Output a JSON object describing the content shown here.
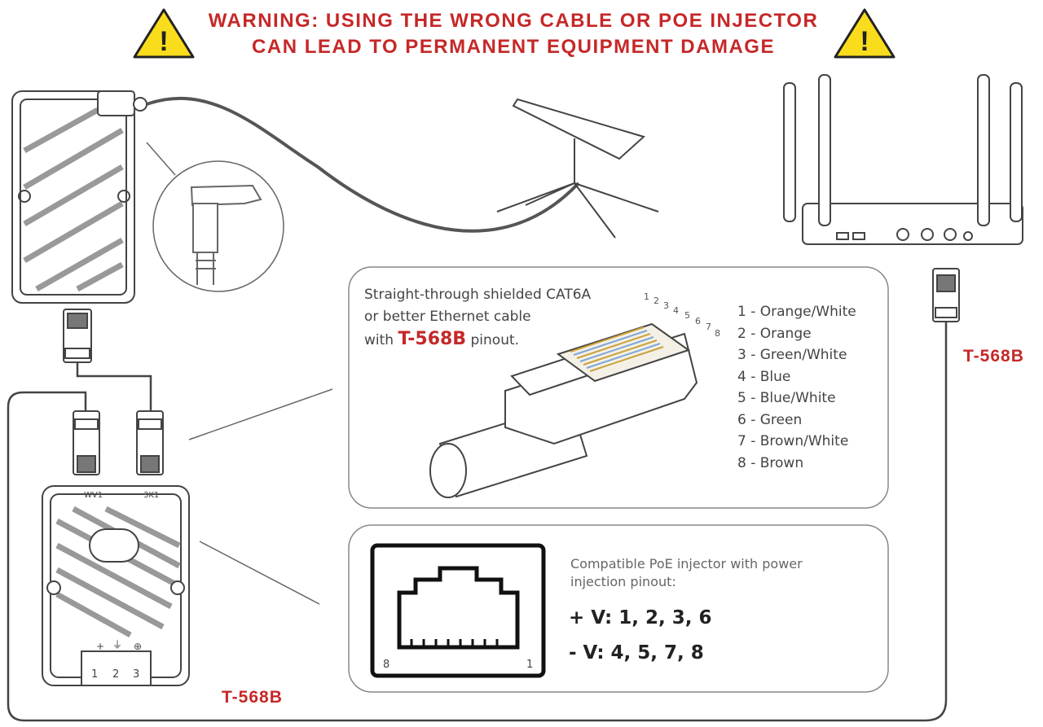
{
  "warning": {
    "line1": "WARNING: USING THE WRONG CABLE OR POE INJECTOR",
    "line2": "CAN LEAD TO PERMANENT EQUIPMENT DAMAGE",
    "icon_glyph": "!",
    "color": "#c62828",
    "icon_fill": "#f9dc1c"
  },
  "cable_panel": {
    "desc_line1": "Straight-through shielded CAT6A",
    "desc_line2": "or better Ethernet cable",
    "desc_with": "with",
    "desc_pinout_name": "T-568B",
    "desc_suffix": "pinout.",
    "pin_numbers": [
      "1",
      "2",
      "3",
      "4",
      "5",
      "6",
      "7",
      "8"
    ],
    "pins": [
      "1 - Orange/White",
      "2 - Orange",
      "3 - Green/White",
      "4 - Blue",
      "5 - Blue/White",
      "6 - Green",
      "7 - Brown/White",
      "8 - Brown"
    ]
  },
  "poe_panel": {
    "desc_line1": "Compatible PoE injector with power",
    "desc_line2": "injection pinout:",
    "plus_v": "+ V: 1, 2, 3, 6",
    "minus_v": "- V: 4, 5, 7, 8",
    "jack_left_pin": "8",
    "jack_right_pin": "1"
  },
  "labels": {
    "t568b_right": "T-568B",
    "t568b_bottom": "T-568B",
    "box_port_left": "WV1",
    "box_port_right": "3K1",
    "terminal_symbols": [
      "+",
      "⏚",
      "⊕"
    ],
    "terminal_numbers": [
      "1",
      "2",
      "3"
    ]
  }
}
